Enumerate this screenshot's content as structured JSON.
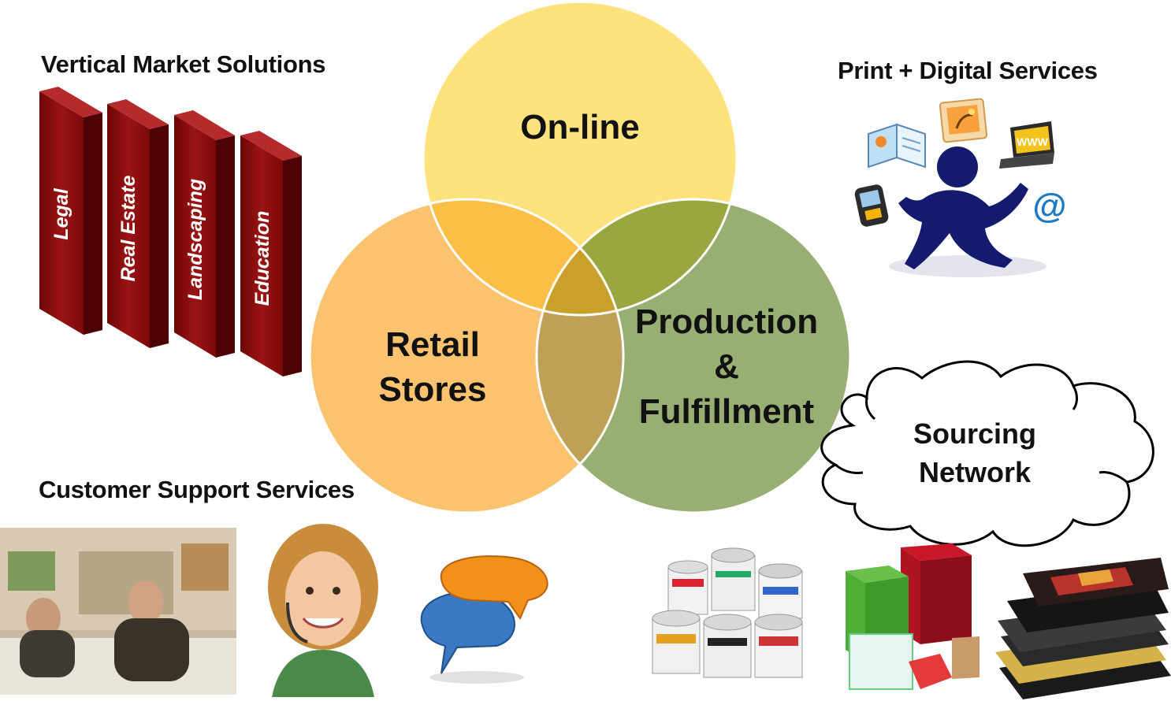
{
  "headings": {
    "vertical_market": "Vertical Market Solutions",
    "print_digital": "Print + Digital Services",
    "customer_support": "Customer Support Services"
  },
  "venn": {
    "online": "On-line",
    "retail_line1": "Retail",
    "retail_line2": "Stores",
    "production_line1": "Production",
    "production_line2": "&",
    "production_line3": "Fulfillment",
    "colors": {
      "online": "#fde27d",
      "retail": "#fbc26f",
      "production": "#98ae72",
      "online_retail_overlap": "#fbbf47",
      "online_production_overlap": "#9aa640",
      "center_overlap": "#c9a02a"
    }
  },
  "vertical_markets": {
    "pillars": [
      "Legal",
      "Real Estate",
      "Landscaping",
      "Education"
    ],
    "color": "#8b0b0b"
  },
  "cloud": {
    "line1": "Sourcing",
    "line2": "Network"
  },
  "icons": {
    "print_digital": [
      "book-icon",
      "photo-icon",
      "laptop-www-icon",
      "phone-icon",
      "at-sign-icon",
      "person-figure-icon"
    ],
    "laptop_text": "WWW",
    "at_text": "@",
    "support": [
      "office-meeting-photo",
      "headset-woman-photo",
      "speech-bubbles-icon"
    ],
    "production": [
      "label-rolls-photo",
      "boxes-photo",
      "books-photo"
    ]
  }
}
